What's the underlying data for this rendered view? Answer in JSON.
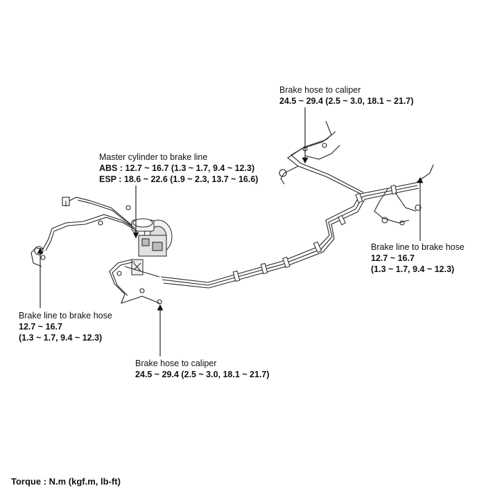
{
  "callouts": {
    "caliper_rear": {
      "title": "Brake hose to caliper",
      "value": "24.5 ~ 29.4 (2.5 ~ 3.0, 18.1 ~ 21.7)"
    },
    "master_cylinder": {
      "title": "Master cylinder to brake line",
      "abs_prefix": "ABS :",
      "abs_value": " 12.7 ~ 16.7 (1.3 ~ 1.7, 9.4 ~ 12.3)",
      "esp_prefix": "ESP :",
      "esp_value": " 18.6 ~ 22.6 (1.9 ~ 2.3, 13.7 ~ 16.6)"
    },
    "line_hose_right": {
      "title": "Brake line to brake hose",
      "value1": "12.7 ~ 16.7",
      "value2": "(1.3 ~ 1.7, 9.4 ~ 12.3)"
    },
    "line_hose_left": {
      "title": "Brake line to brake hose",
      "value1": "12.7 ~ 16.7",
      "value2": "(1.3 ~ 1.7, 9.4 ~ 12.3)"
    },
    "caliper_front": {
      "title": "Brake hose to caliper",
      "value": "24.5 ~ 29.4 (2.5 ~ 3.0, 18.1 ~ 21.7)"
    }
  },
  "footer": {
    "torque_unit": "Torque : N.m (kgf.m, lb-ft)"
  },
  "colors": {
    "line": "#222222",
    "background": "#ffffff"
  }
}
